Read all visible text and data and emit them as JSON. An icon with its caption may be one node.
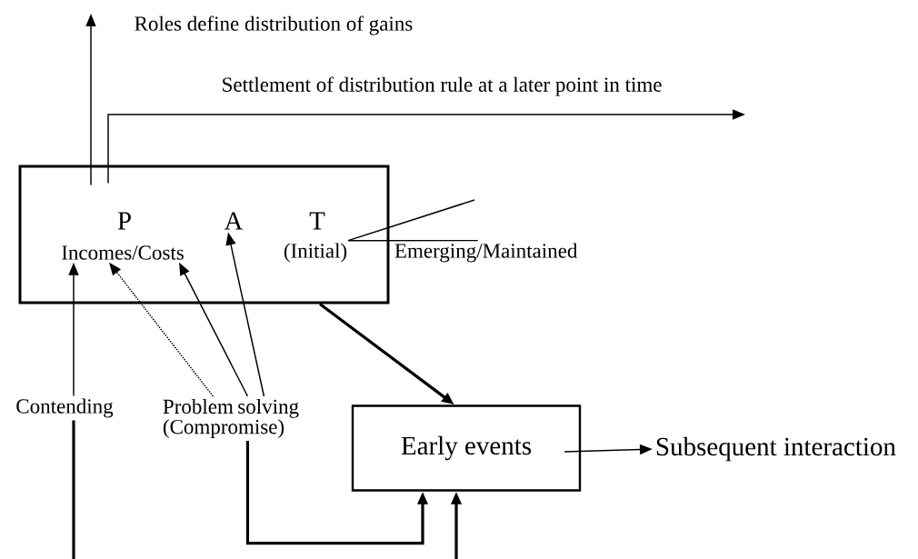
{
  "diagram": {
    "nodes": [
      {
        "text": [],
        "shape": "box"
      },
      {
        "text": [
          "P"
        ],
        "in": 0
      },
      {
        "text": [
          "Incomes/Costs"
        ],
        "in": 0
      },
      {
        "text": [
          "A"
        ],
        "in": 0
      },
      {
        "text": [
          "T"
        ],
        "in": 0
      },
      {
        "text": [
          "(Initial)"
        ],
        "in": 0
      },
      {
        "text": [
          "Emerging/Maintained"
        ]
      },
      {
        "text": [
          "Contending"
        ]
      },
      {
        "text": [
          "Problem solving (Compromise)"
        ]
      },
      {
        "text": [
          "Early events"
        ]
      },
      {
        "text": [
          "Subsequent interaction"
        ]
      }
    ],
    "edges": [
      {
        "from": 0,
        "to": null,
        "arrow": "to",
        "label": "Roles define distribution of gains"
      },
      {
        "from": 0,
        "to": null,
        "arrow": "to",
        "label": "Settlement of distribution rule at a later point in time"
      },
      {
        "from": 5,
        "to": 6,
        "arrow": "none"
      },
      {
        "from": 5,
        "to": null,
        "arrow": "none"
      },
      {
        "from": 7,
        "to": 2,
        "arrow": "to"
      },
      {
        "from": 8,
        "to": 2,
        "arrow": "to",
        "style": "dashed"
      },
      {
        "from": 8,
        "to": 2,
        "arrow": "to"
      },
      {
        "from": 8,
        "to": 3,
        "arrow": "to"
      },
      {
        "from": 0,
        "to": 9,
        "arrow": "to",
        "style": "thick"
      },
      {
        "from": 8,
        "to": 9,
        "arrow": "to",
        "style": "thick"
      },
      {
        "from": 7,
        "to": null,
        "arrow": "none",
        "style": "thick"
      },
      {
        "from": null,
        "to": 9,
        "arrow": "to",
        "style": "thick"
      },
      {
        "from": 9,
        "to": 10,
        "arrow": "to"
      }
    ]
  }
}
